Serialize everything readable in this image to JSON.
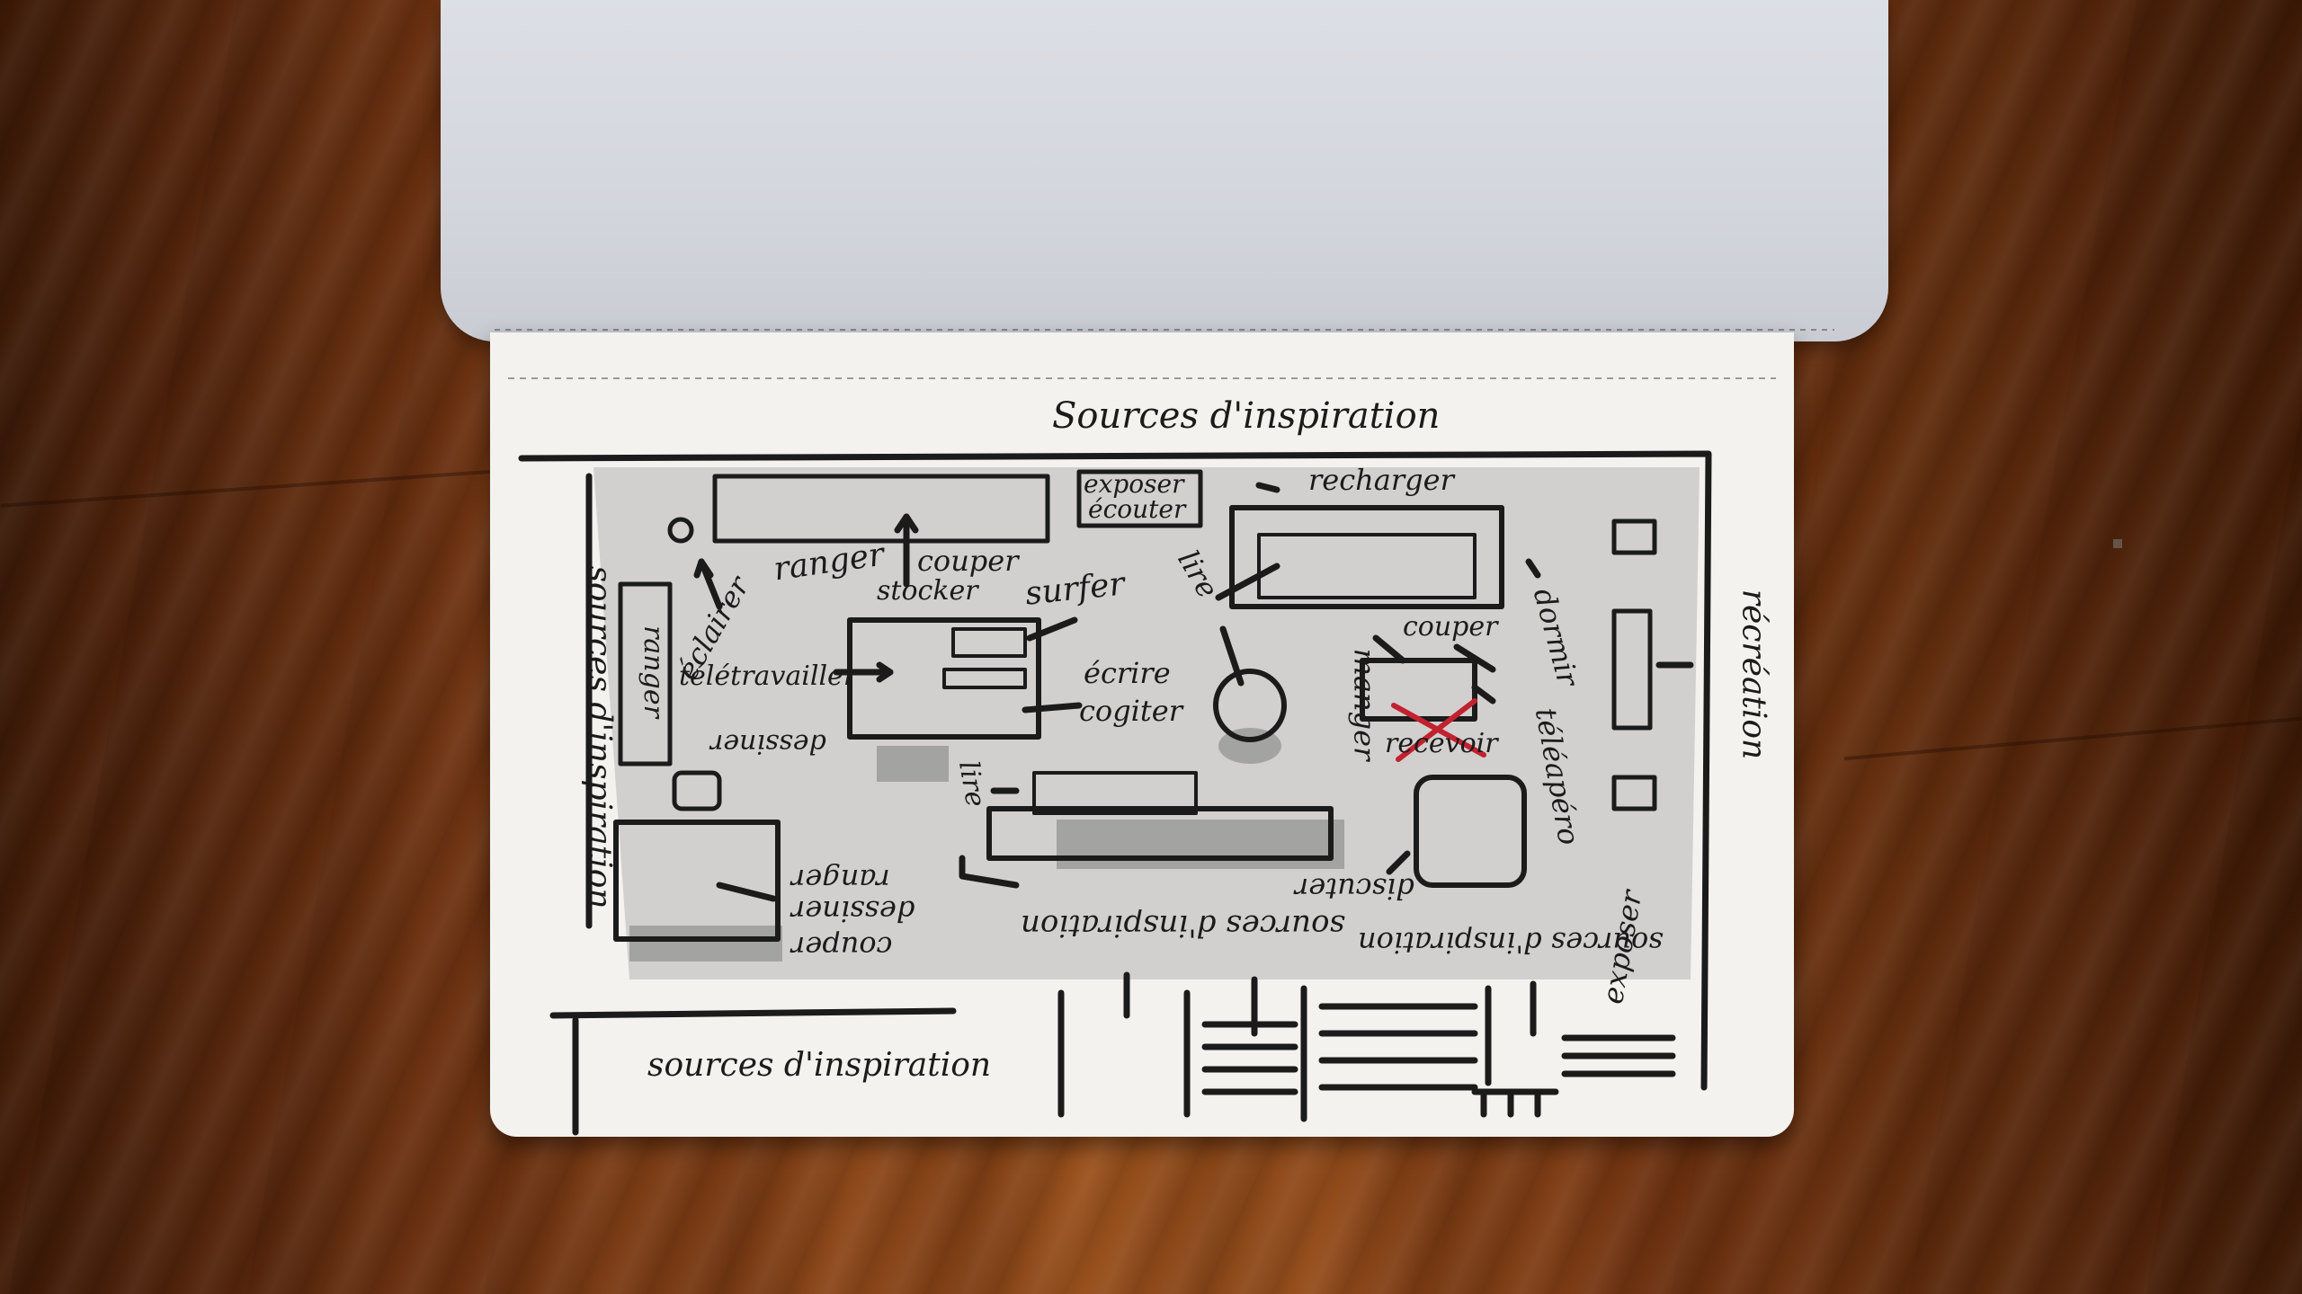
{
  "sketch": {
    "labels": {
      "sources_top": "Sources d'inspiration",
      "recharger": "recharger",
      "exposer": "exposer",
      "ecouter": "écouter",
      "ranger_top": "ranger",
      "couper_top": "couper",
      "stocker": "stocker",
      "surfer": "surfer",
      "eclairer": "éclairer",
      "ranger_left": "ranger",
      "teletravailler": "télétravailler",
      "ecrire": "écrire",
      "cogiter": "cogiter",
      "dessiner_mid": "dessiner",
      "lire_top": "lire",
      "couper_right": "couper",
      "manger": "manger",
      "recevoir": "recevoir",
      "dormir": "dormir",
      "teleapero": "téléapéro",
      "recreation": "récréation",
      "sources_left": "sources d'inspiration",
      "lire_bottom": "lire",
      "discuter": "discuter",
      "ranger_bottom": "ranger",
      "dessiner_bottom": "dessiner",
      "couper_bottom": "couper",
      "sources_center": "sources d'inspiration",
      "sources_right": "sources d'inspiration",
      "exposer_right": "exposer",
      "sources_bottom": "sources d'inspiration"
    },
    "colors": {
      "ink": "#1b1b1b",
      "wash": "#a9a9a9",
      "red_cross": "#c22230",
      "paper": "#f3f2ee"
    }
  }
}
